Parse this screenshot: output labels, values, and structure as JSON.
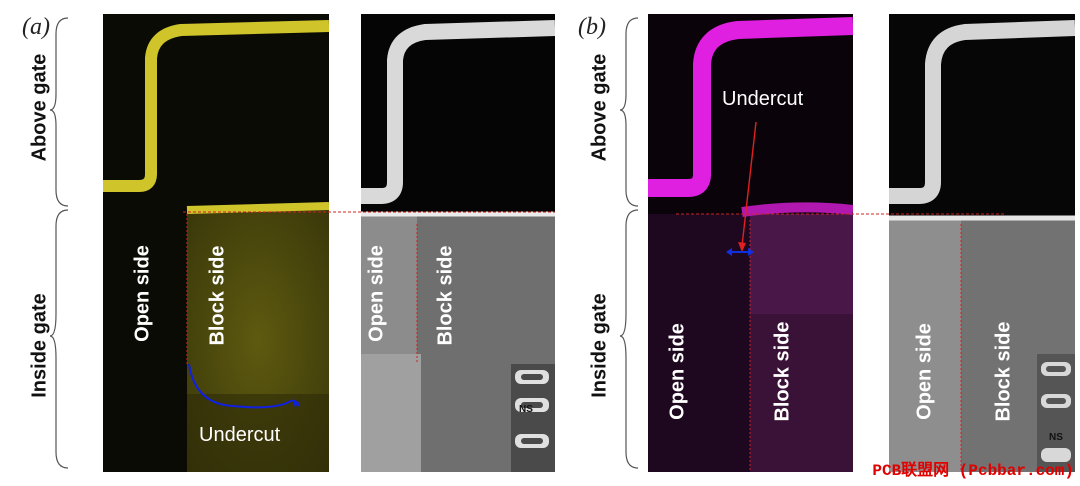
{
  "panel_a": {
    "label": "(a)",
    "region_above": "Above gate",
    "region_inside": "Inside gate",
    "color_map": {
      "open_side": "Open side",
      "block_side": "Block side",
      "annotation": "Undercut",
      "accent": "#c8c020"
    },
    "sem": {
      "open_side": "Open side",
      "block_side": "Block side",
      "nanosheet": "NS"
    }
  },
  "panel_b": {
    "label": "(b)",
    "region_above": "Above gate",
    "region_inside": "Inside gate",
    "color_map": {
      "annotation": "Undercut",
      "open_side": "Open side",
      "block_side": "Block side",
      "accent": "#e010e0"
    },
    "sem": {
      "open_side": "Open side",
      "block_side": "Block side",
      "nanosheet": "NS"
    }
  },
  "watermark": "PCB联盟网 (Pcbbar.com)"
}
